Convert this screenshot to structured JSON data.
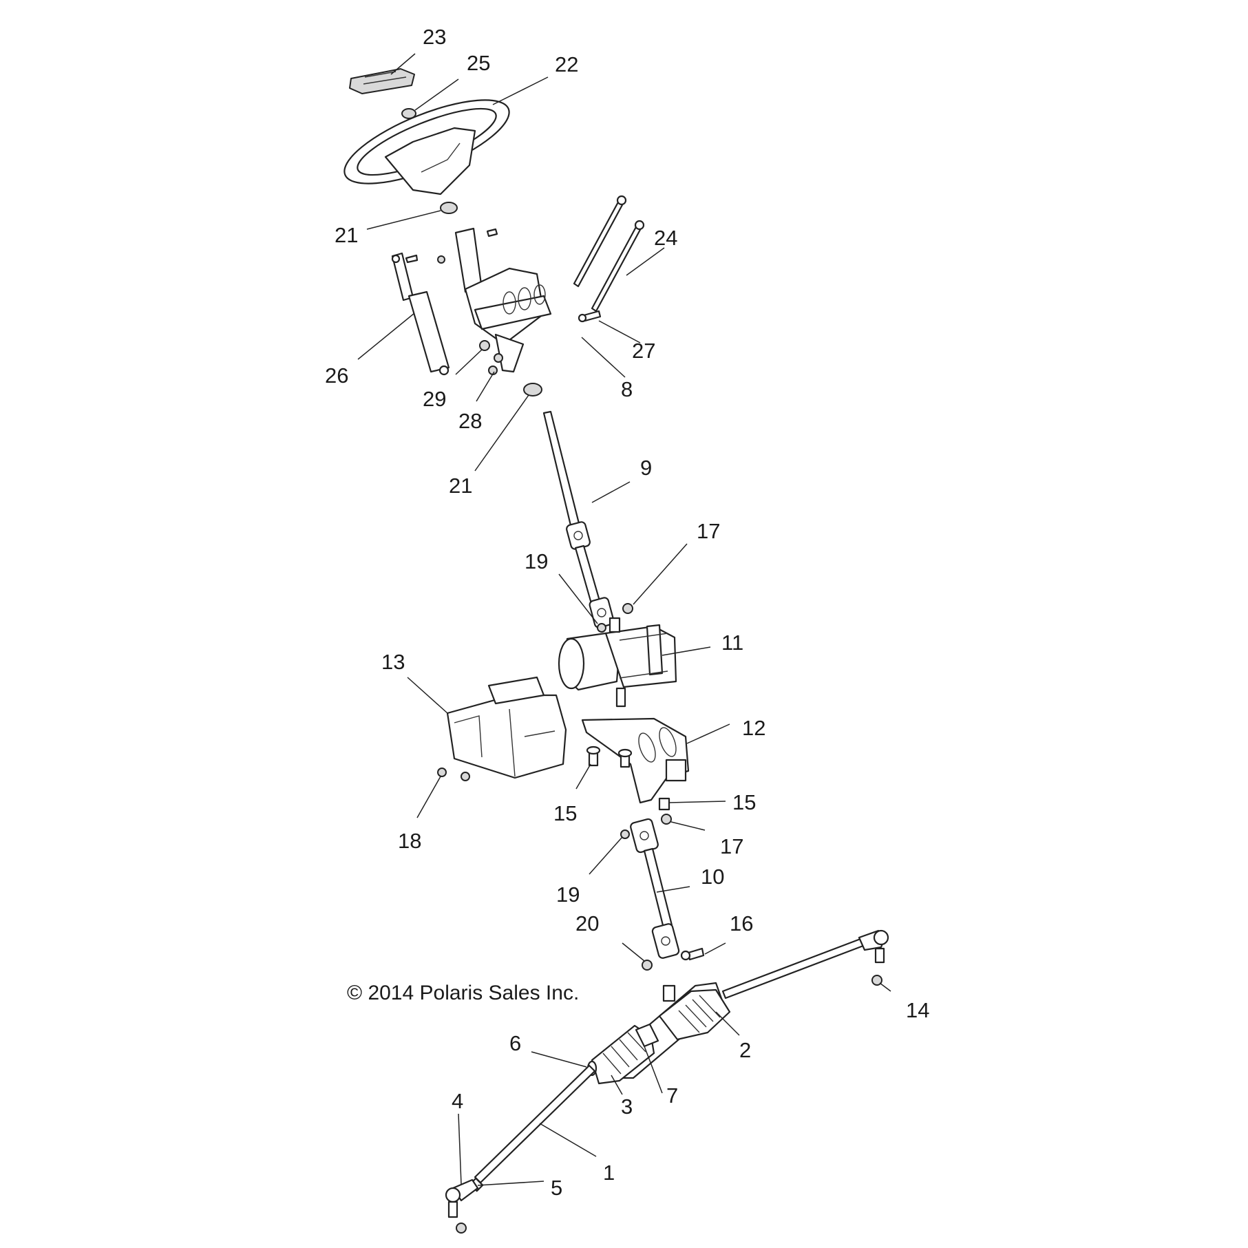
{
  "diagram": {
    "copyright": "© 2014 Polaris Sales Inc.",
    "callouts": {
      "c1": "1",
      "c2": "2",
      "c3": "3",
      "c4": "4",
      "c5": "5",
      "c6": "6",
      "c7": "7",
      "c8": "8",
      "c9": "9",
      "c10": "10",
      "c11": "11",
      "c12": "12",
      "c13": "13",
      "c14": "14",
      "c15a": "15",
      "c15b": "15",
      "c16": "16",
      "c17a": "17",
      "c17b": "17",
      "c18": "18",
      "c19a": "19",
      "c19b": "19",
      "c20": "20",
      "c21a": "21",
      "c21b": "21",
      "c22": "22",
      "c23": "23",
      "c24": "24",
      "c25": "25",
      "c26": "26",
      "c27": "27",
      "c28": "28",
      "c29": "29"
    }
  }
}
